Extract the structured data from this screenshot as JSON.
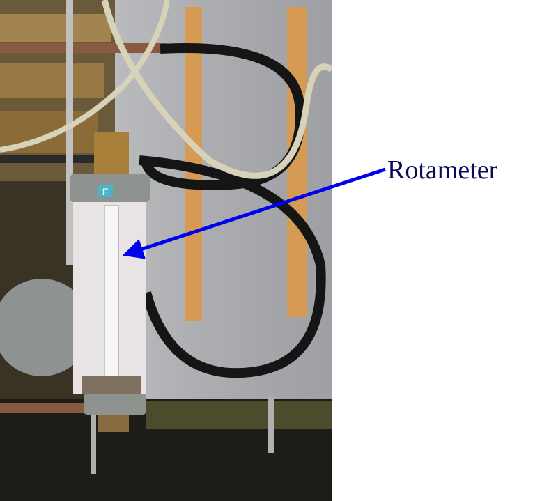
{
  "annotation": {
    "label": "Rotameter",
    "label_color": "#0a0a5a",
    "arrow_color": "#0000ee"
  },
  "photo": {
    "subject": "rotameter-apparatus",
    "badge_letter": "F"
  }
}
